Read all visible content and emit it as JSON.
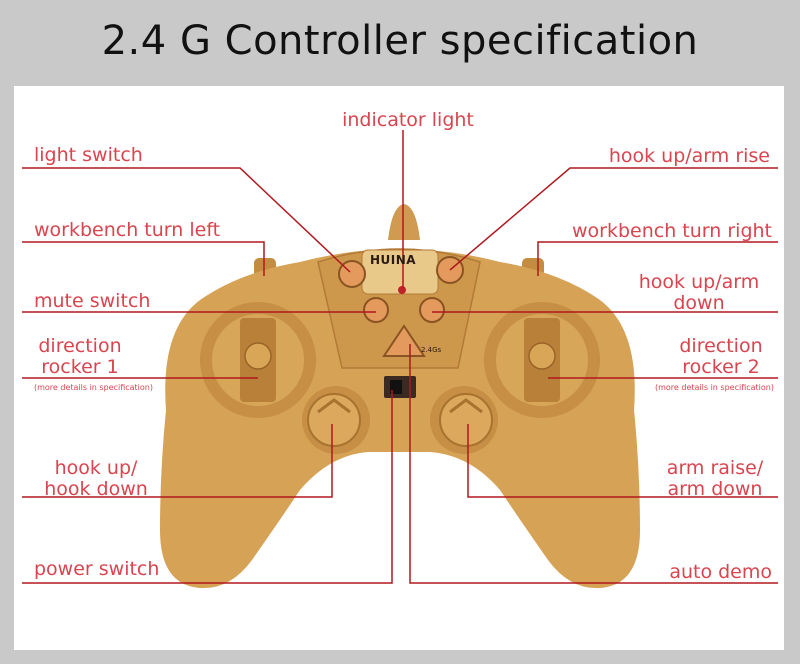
{
  "title": "2.4 G Controller specification",
  "brand": "HUINA",
  "version_mark": "2.4Gs",
  "colors": {
    "background": "#c9c9c9",
    "panel": "#ffffff",
    "controller": "#d6a256",
    "controller_dark": "#b27a36",
    "label": "#d9454f",
    "leader_line": "#b0181e"
  },
  "labels": {
    "indicator_light": "indicator light",
    "light_switch": "light switch",
    "hook_up_arm_rise": "hook up/arm rise",
    "workbench_turn_left": "workbench turn left",
    "workbench_turn_right": "workbench turn right",
    "mute_switch": "mute switch",
    "hook_up_arm_down_1": "hook up/arm",
    "hook_up_arm_down_2": "down",
    "direction_rocker_1_a": "direction",
    "direction_rocker_1_b": "rocker 1",
    "direction_rocker_1_note": "(more details in specification)",
    "direction_rocker_2_a": "direction",
    "direction_rocker_2_b": "rocker 2",
    "direction_rocker_2_note": "(more details in specification)",
    "hook_up_hook_down_1": "hook up/",
    "hook_up_hook_down_2": "hook down",
    "arm_raise_arm_down_1": "arm raise/",
    "arm_raise_arm_down_2": "arm down",
    "power_switch": "power switch",
    "auto_demo": "auto demo"
  }
}
